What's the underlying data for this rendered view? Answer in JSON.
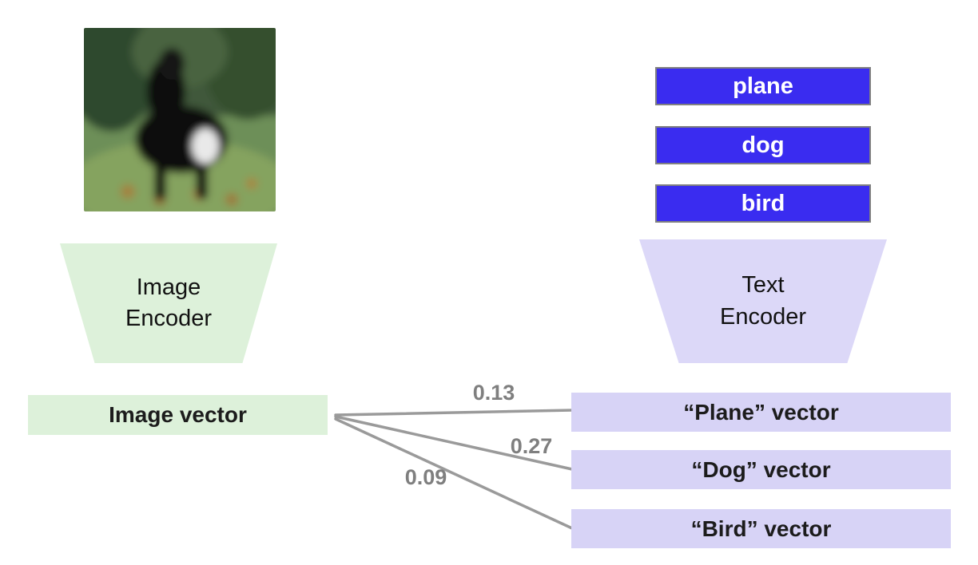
{
  "diagram": {
    "title": "image-text similarity diagram",
    "image_input": {
      "name": "dog photo"
    },
    "text_inputs": [
      "plane",
      "dog",
      "bird"
    ],
    "image_encoder_label": "Image\nEncoder",
    "text_encoder_label": "Text\nEncoder",
    "image_vector_label": "Image vector",
    "text_vector_labels": [
      "“Plane” vector",
      "“Dog” vector",
      "“Bird” vector"
    ],
    "similarity_scores": [
      "0.13",
      "0.27",
      "0.09"
    ],
    "colors": {
      "image_branch_fill": "#ddf1da",
      "text_branch_fill": "#d7d3f6",
      "text_label_fill": "#3a2cf0",
      "text_label_border": "#808080",
      "line_color": "#9a9a9a",
      "score_text_color": "#7f7f7f"
    }
  }
}
